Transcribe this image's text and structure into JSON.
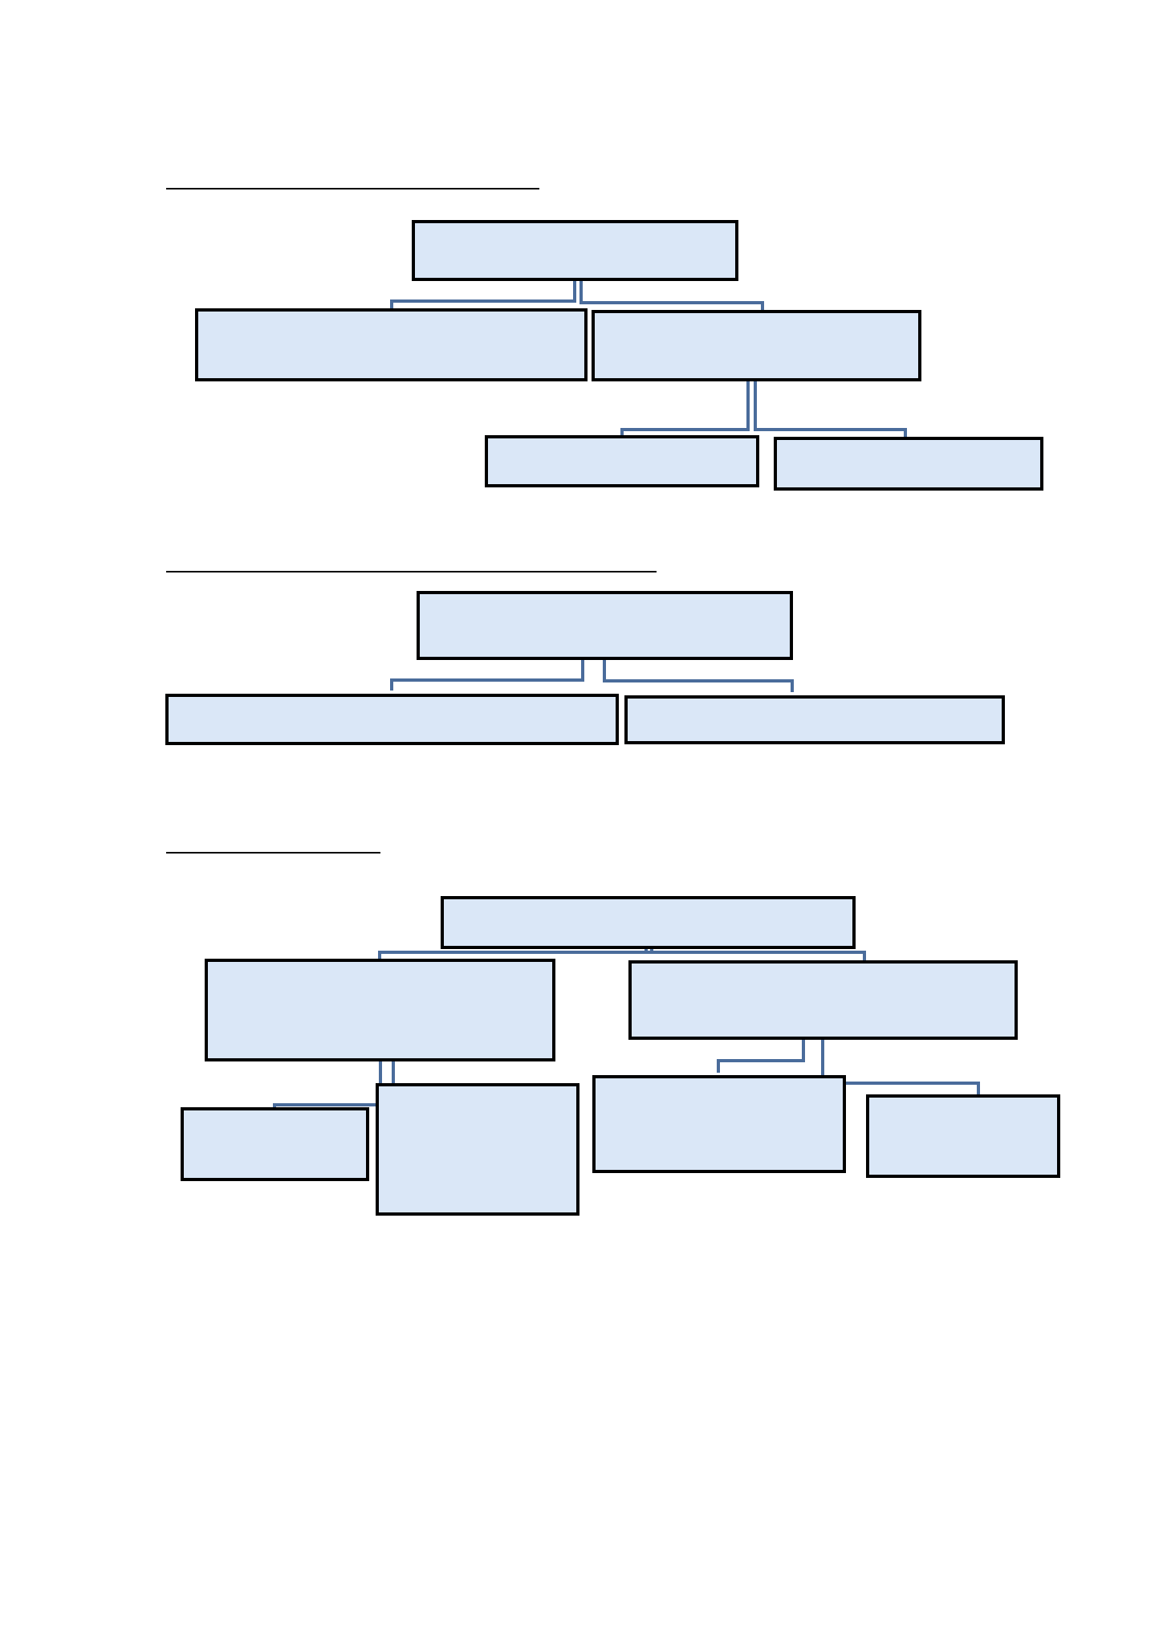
{
  "colors": {
    "page_background": "#ffffff",
    "box_fill": "#dae7f7",
    "box_border": "#000000",
    "connector": "#4a6c9b",
    "heading_rule": "#000000"
  },
  "sections": [
    {
      "id": "section-1",
      "heading": "",
      "nodes": [
        {
          "id": "s1-root",
          "label": ""
        },
        {
          "id": "s1-child-left",
          "label": ""
        },
        {
          "id": "s1-child-right",
          "label": ""
        },
        {
          "id": "s1-grandchild-left",
          "label": ""
        },
        {
          "id": "s1-grandchild-right",
          "label": ""
        }
      ]
    },
    {
      "id": "section-2",
      "heading": "",
      "nodes": [
        {
          "id": "s2-root",
          "label": ""
        },
        {
          "id": "s2-child-left",
          "label": ""
        },
        {
          "id": "s2-child-right",
          "label": ""
        }
      ]
    },
    {
      "id": "section-3",
      "heading": "",
      "nodes": [
        {
          "id": "s3-root",
          "label": ""
        },
        {
          "id": "s3-child-left",
          "label": ""
        },
        {
          "id": "s3-child-right",
          "label": ""
        },
        {
          "id": "s3-left-sub-1",
          "label": ""
        },
        {
          "id": "s3-left-sub-2",
          "label": ""
        },
        {
          "id": "s3-right-sub-1",
          "label": ""
        },
        {
          "id": "s3-right-sub-2",
          "label": ""
        }
      ]
    }
  ]
}
